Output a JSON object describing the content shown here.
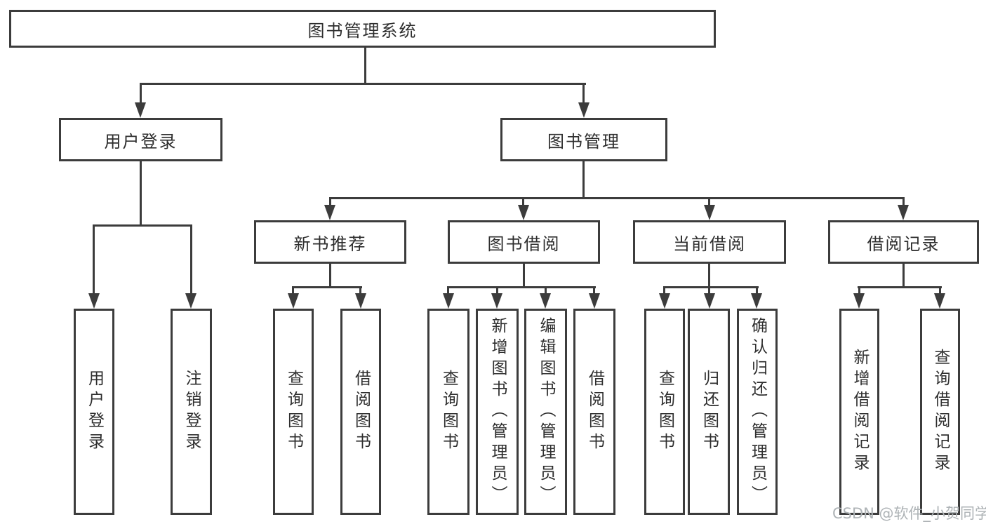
{
  "diagram_type": "hierarchy-flowchart",
  "colors": {
    "line": "#3c3c3c",
    "border": "#3c3c3c",
    "text": "#2e2e2e",
    "watermark": "#aeb3b6",
    "background": "#ffffff"
  },
  "tree": {
    "root": {
      "label": "图书管理系统"
    },
    "branches": [
      {
        "label": "用户登录",
        "children": [
          "用户登录",
          "注销登录"
        ]
      },
      {
        "label": "图书管理",
        "children": [
          {
            "label": "新书推荐",
            "children": [
              "查询图书",
              "借阅图书"
            ]
          },
          {
            "label": "图书借阅",
            "children": [
              "查询图书",
              "新增图书（管理员）",
              "编辑图书（管理员）",
              "借阅图书"
            ]
          },
          {
            "label": "当前借阅",
            "children": [
              "查询图书",
              "归还图书",
              "确认归还（管理员）"
            ]
          },
          {
            "label": "借阅记录",
            "children": [
              "新增借阅记录",
              "查询借阅记录"
            ]
          }
        ]
      }
    ]
  },
  "watermark": "CSDN @软件_小贺同学"
}
